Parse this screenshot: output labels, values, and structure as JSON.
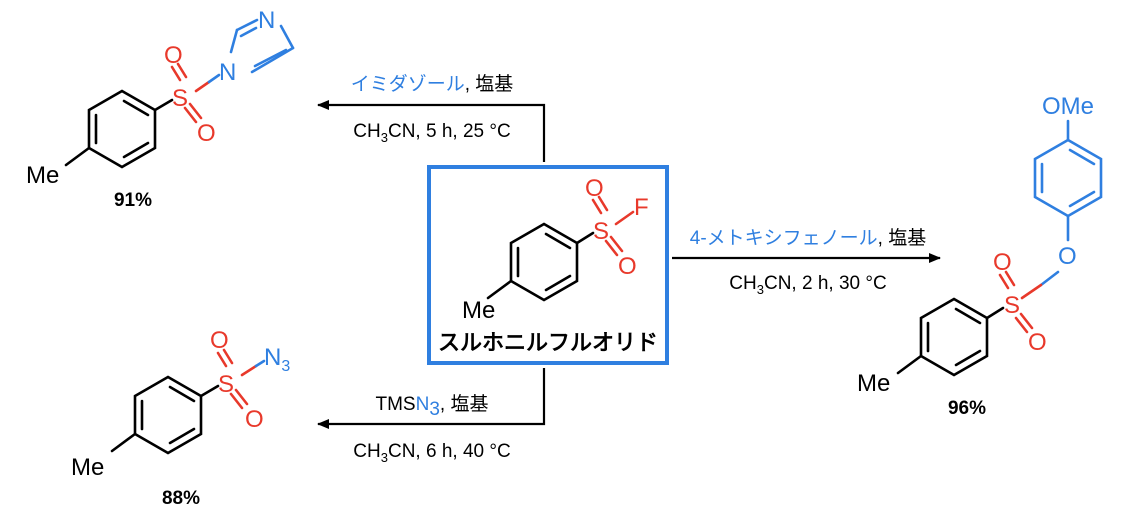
{
  "center": {
    "atoms": {
      "sulfur": "S",
      "oxygen": "O",
      "fluorine": "F",
      "methyl": "Me"
    },
    "name": "スルホニルフルオリド",
    "box_color": "#2f7fe0"
  },
  "reactions": {
    "imidazole": {
      "reagent": "イミダゾール",
      "base": ", 塩基",
      "conditions": "CH3CN, 5 h, 25 °C",
      "yield": "91%",
      "atoms": {
        "sulfur": "S",
        "oxygen": "O",
        "nitrogen": "N",
        "methyl": "Me"
      }
    },
    "phenol": {
      "reagent": "4-メトキシフェノール",
      "base": ", 塩基",
      "conditions": "CH3CN, 2 h, 30 °C",
      "yield": "96%",
      "atoms": {
        "sulfur": "S",
        "oxygen": "O",
        "methoxy": "OMe",
        "methyl": "Me"
      }
    },
    "azide": {
      "reagent_prefix": "TMS",
      "reagent": "N3",
      "base": ", 塩基",
      "conditions": "CH3CN, 6 h, 40 °C",
      "yield": "88%",
      "atoms": {
        "sulfur": "S",
        "oxygen": "O",
        "azide": "N3",
        "methyl": "Me"
      }
    }
  },
  "colors": {
    "reagent": "#2f7fe0",
    "sulfonyl": "#e8392b",
    "bond": "#000000"
  }
}
